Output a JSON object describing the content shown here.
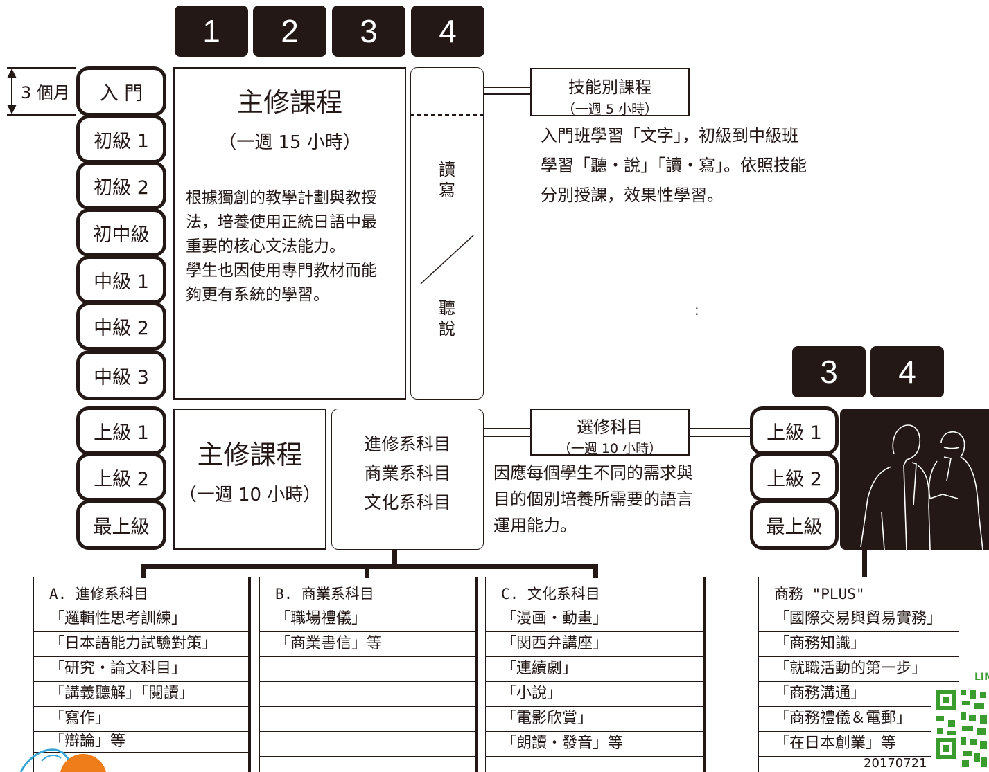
{
  "top_tabs": [
    "1",
    "2",
    "3",
    "4"
  ],
  "side_tabs": [
    "3",
    "4"
  ],
  "duration_label": "3 個月",
  "levels_main": [
    "入 門",
    "初級 1",
    "初級 2",
    "初中級",
    "中級 1",
    "中級 2",
    "中級 3"
  ],
  "levels_upper": [
    "上級 1",
    "上級 2",
    "最上級"
  ],
  "levels_right": [
    "上級 1",
    "上級 2",
    "最上級"
  ],
  "main_course": {
    "title": "主修課程",
    "hours": "（一週 15 小時）",
    "description_lines": [
      "根據獨創的教學計劃與教授",
      "法，培養使用正統日語中最",
      "重要的核心文法能力。",
      "學生也因使用專門教材而能",
      "夠更有系統的學習。"
    ]
  },
  "skill_column": {
    "top": [
      "讀",
      "寫"
    ],
    "bottom": [
      "聽",
      "說"
    ]
  },
  "skill_course": {
    "title": "技能別課程",
    "hours": "（一週 5 小時）",
    "description_lines": [
      "入門班學習「文字」，初級到中級班",
      "學習「聽・說」「讀・寫」。依照技能",
      "分別授課，效果性學習。"
    ],
    "stray_mark": ":"
  },
  "upper_course": {
    "title": "主修課程",
    "hours": "（一週 10 小時）"
  },
  "subject_types": [
    "進修系科目",
    "商業系科目",
    "文化系科目"
  ],
  "elective": {
    "title": "選修科目",
    "hours": "（一週 10 小時）",
    "description_lines": [
      "因應每個學生不同的需求與",
      "目的個別培養所需要的語言",
      "運用能力。"
    ]
  },
  "lists": {
    "a": {
      "header": "A. 進修系科目",
      "items": [
        "「邏輯性思考訓練」",
        "「日本語能力試驗對策」",
        "「研究・論文科目」",
        "「講義聽解」「閱讀」",
        "「寫作」",
        "「辯論」等"
      ]
    },
    "b": {
      "header": "B. 商業系科目",
      "items": [
        "「職場禮儀」",
        "「商業書信」等",
        "",
        "",
        "",
        ""
      ]
    },
    "c": {
      "header": "C. 文化系科目",
      "items": [
        "「漫画・動畫」",
        "「関西弁講座」",
        "「連續劇」",
        "「小說」",
        "「電影欣賞」",
        "「朗讀・發音」等"
      ]
    },
    "business": {
      "header": "商務 \"PLUS\"",
      "items": [
        "「國際交易與貿易實務」",
        "「商務知識」",
        "「就職活動的第一步」",
        "「商務溝通」",
        "「商務禮儀＆電郵」",
        "「在日本創業」等"
      ]
    }
  },
  "date_stamp": "20170721",
  "qr_label": "LIN"
}
